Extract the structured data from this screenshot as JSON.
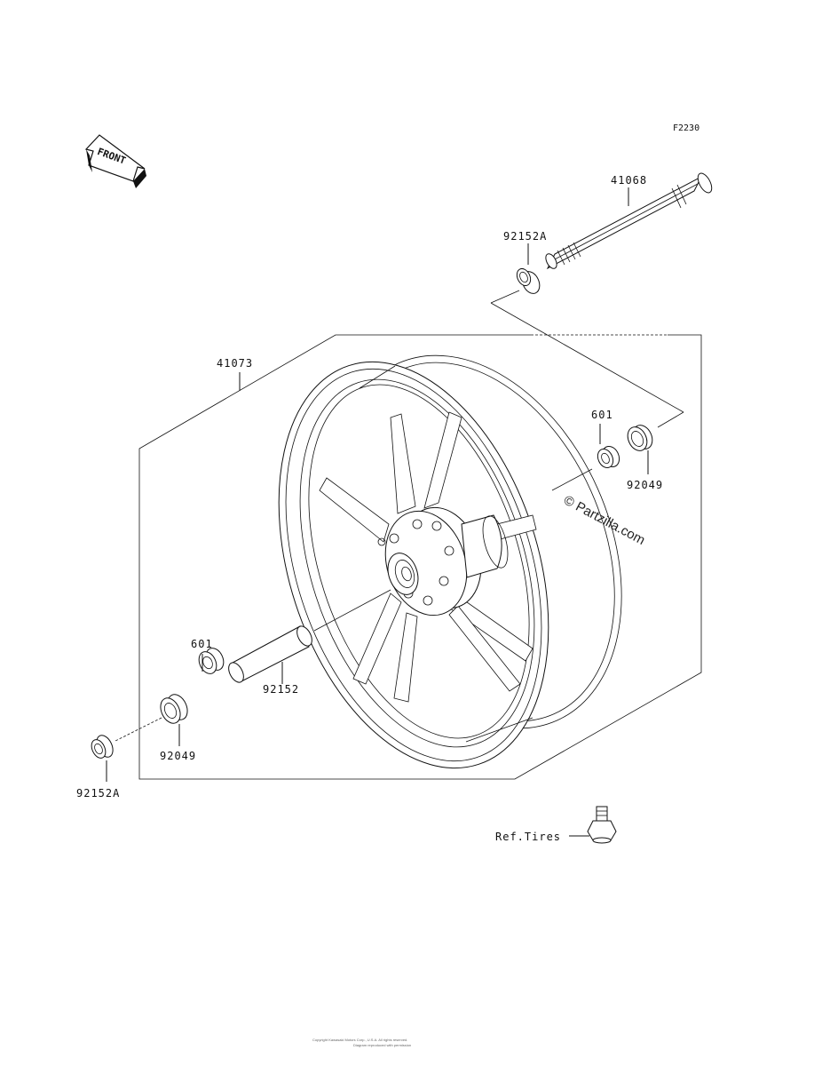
{
  "diagram_code": "F2230",
  "front_marker": "FRONT",
  "watermark": "© Partzilla.com",
  "labels": {
    "axle": "41068",
    "collar_top": "92152A",
    "wheel": "41073",
    "bearing_right": "601",
    "seal_right": "92049",
    "spacer": "92152",
    "bearing_left": "601",
    "seal_left": "92049",
    "collar_bottom": "92152A",
    "valve": "Ref.Tires"
  },
  "footer": {
    "line1": "Copyright Kawasaki Motors Corp., U.S.A. All rights reserved.",
    "line2": "Diagram reproduced with permission"
  }
}
